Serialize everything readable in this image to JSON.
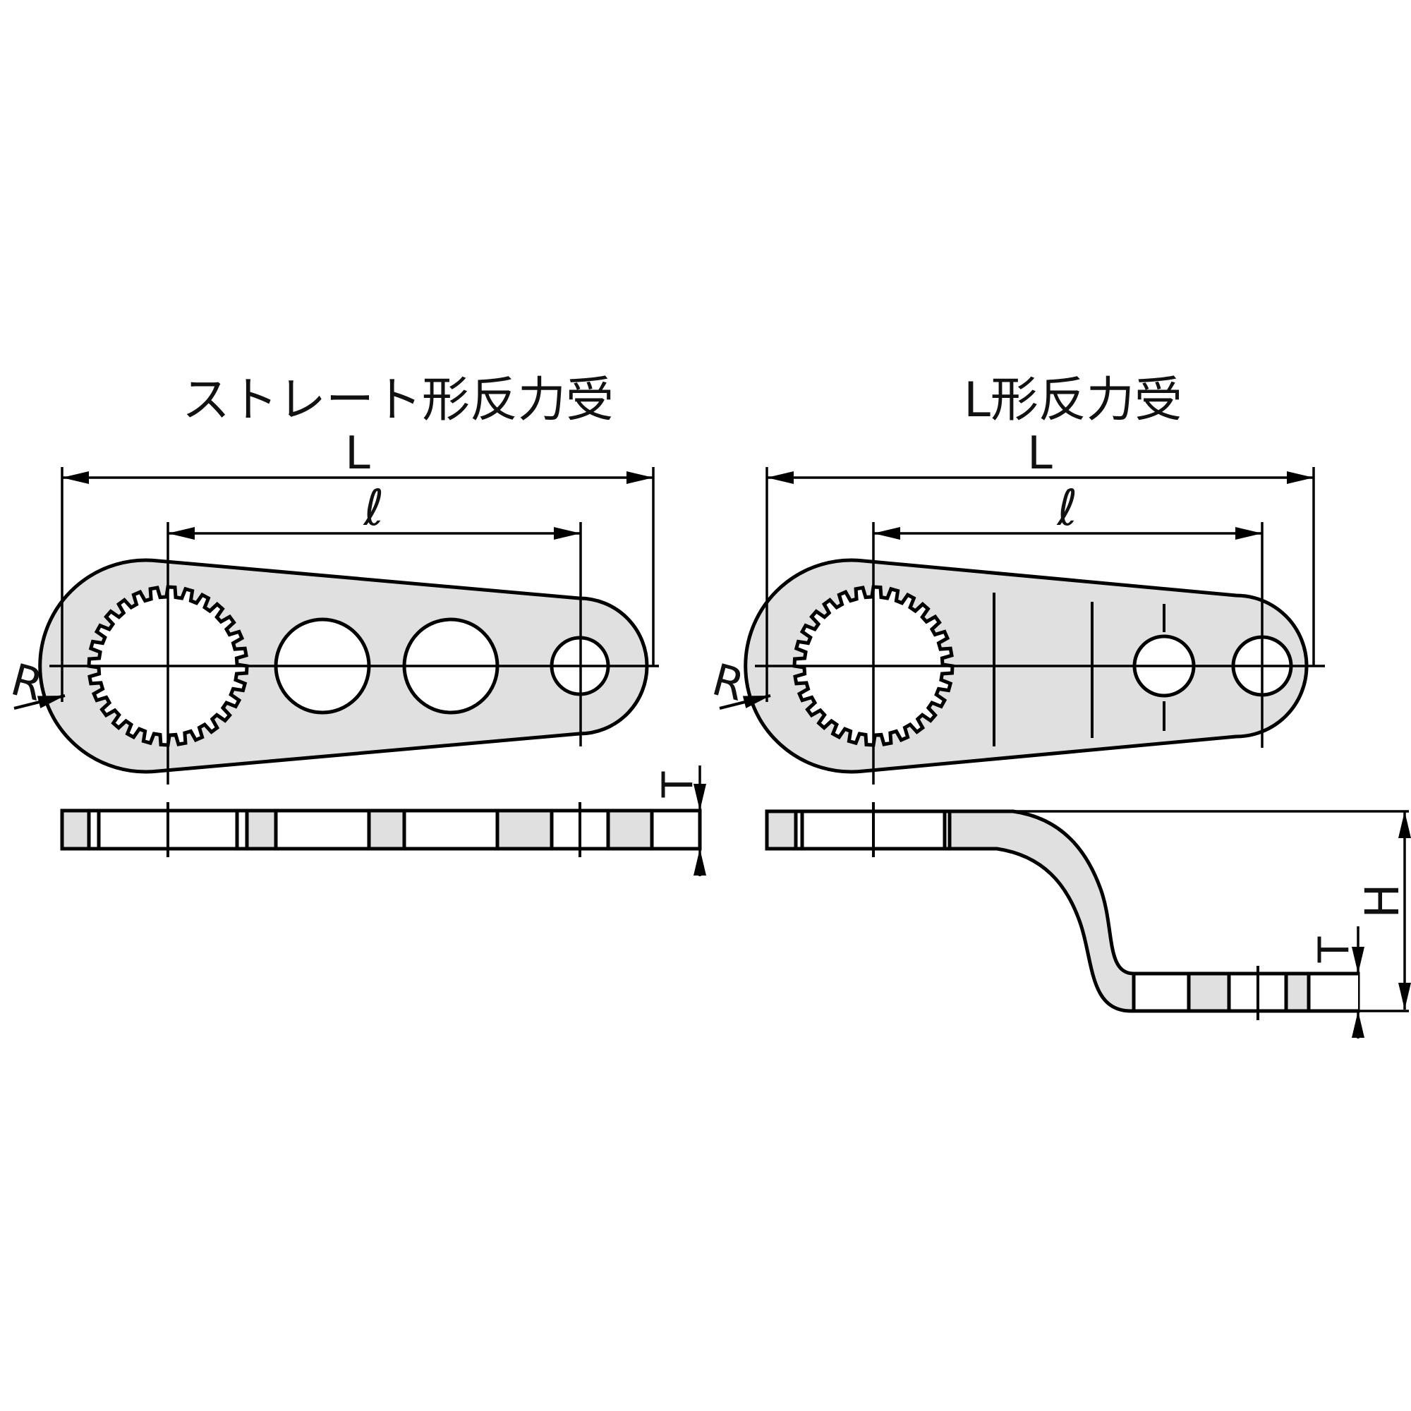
{
  "colors": {
    "background": "#ffffff",
    "line": "#000000",
    "body_fill": "#e0e0e0",
    "hole_fill": "#ffffff",
    "text": "#111111"
  },
  "left_diagram": {
    "title": "ストレート形反力受",
    "dim_overall_length": "L",
    "dim_hole_span": "ℓ",
    "dim_radius": "R",
    "dim_thickness": "T"
  },
  "right_diagram": {
    "title": "L形反力受",
    "dim_overall_length": "L",
    "dim_hole_span": "ℓ",
    "dim_radius": "R",
    "dim_thickness": "T",
    "dim_height": "H"
  }
}
